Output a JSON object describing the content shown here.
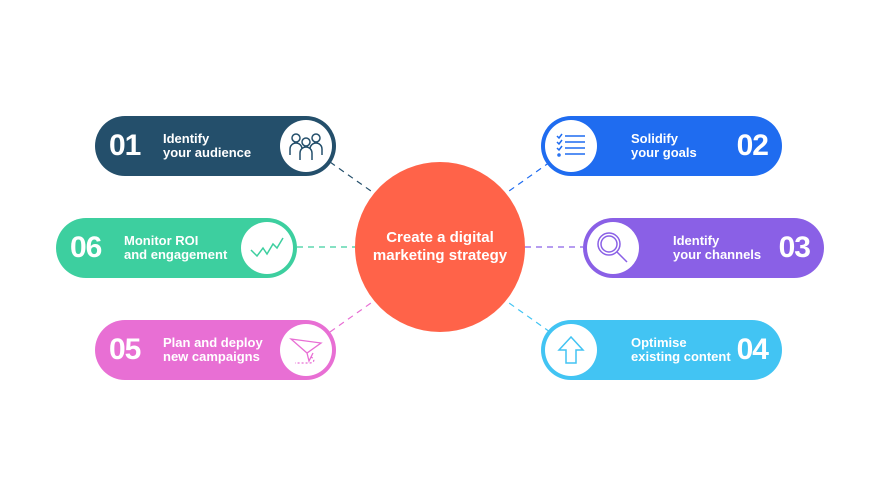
{
  "center": {
    "title": "Create a digital\nmarketing strategy",
    "color": "#ff6349"
  },
  "steps": [
    {
      "number": "01",
      "label": "Identify\nyour audience",
      "icon": "people-icon",
      "color": "#244f6b"
    },
    {
      "number": "02",
      "label": "Solidify\nyour goals",
      "icon": "checklist-icon",
      "color": "#1f6cf0"
    },
    {
      "number": "03",
      "label": "Identify\nyour channels",
      "icon": "magnifier-icon",
      "color": "#8a60e6"
    },
    {
      "number": "04",
      "label": "Optimise\nexisting content",
      "icon": "arrow-up-icon",
      "color": "#42c4f3"
    },
    {
      "number": "05",
      "label": "Plan and deploy\nnew campaigns",
      "icon": "paper-plane-icon",
      "color": "#e86fd4"
    },
    {
      "number": "06",
      "label": "Monitor ROI\nand engagement",
      "icon": "trend-line-icon",
      "color": "#3dcf9f"
    }
  ]
}
